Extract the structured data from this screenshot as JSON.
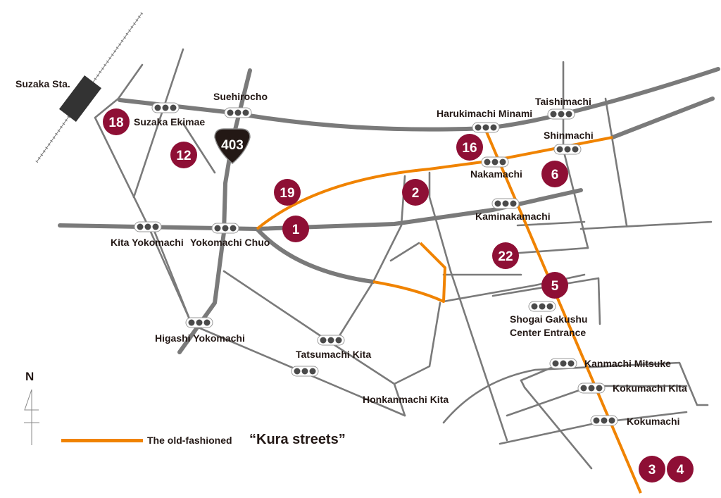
{
  "colors": {
    "marker": "#8e0f35",
    "kura": "#f08300",
    "road": "#7a7a7a"
  },
  "station": {
    "label": "Suzaka Sta."
  },
  "route_shield": {
    "number": "403"
  },
  "markers": [
    "18",
    "12",
    "19",
    "1",
    "2",
    "16",
    "6",
    "22",
    "5",
    "3",
    "4"
  ],
  "traffic_lights": [
    "Suzaka Ekimae",
    "Suehirocho",
    "Harukimachi Minami",
    "Taishimachi",
    "Shinmachi",
    "Nakamachi",
    "Kaminakamachi",
    "Kita Yokomachi",
    "Yokomachi Chuo",
    "Higashi Yokomachi",
    "Tatsumachi Kita",
    "Honkanmachi Kita",
    "Shogai Gakushu",
    "Center Entrance",
    "Kanmachi Mitsuke",
    "Kokumachi Kita",
    "Kokumachi"
  ],
  "compass": {
    "label": "N"
  },
  "legend": {
    "label": "The old-fashioned",
    "title": "“Kura streets”"
  }
}
